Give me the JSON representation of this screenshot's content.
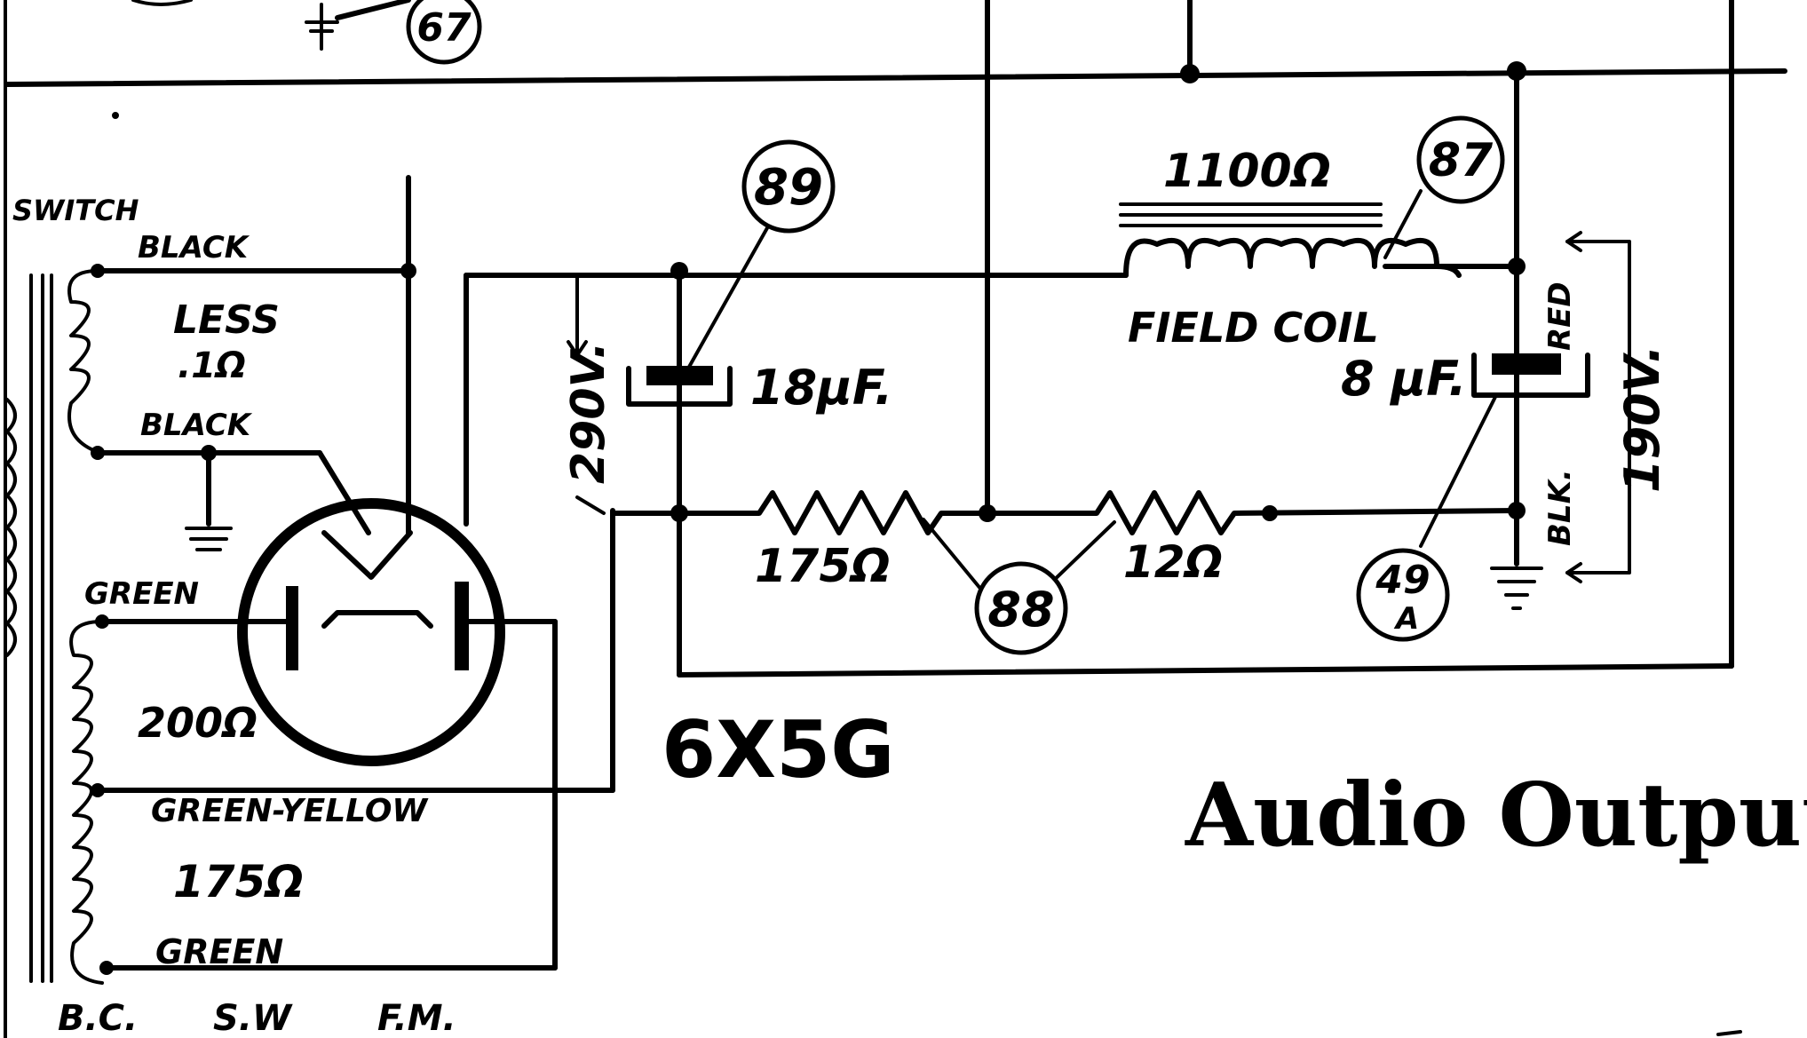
{
  "diagram": {
    "title": "Audio Output:",
    "tube_type": "6X5G",
    "components": {
      "field_coil": {
        "resistance": "1100Ω",
        "label": "FIELD COIL"
      },
      "cap_input": {
        "value": "18µF."
      },
      "cap_output": {
        "value": "8 µF."
      },
      "resistor_a": {
        "value": "175Ω"
      },
      "resistor_b": {
        "value": "12Ω"
      }
    },
    "voltages": {
      "input": "290V.",
      "output": "190V."
    },
    "wire_colors": {
      "switch": "SWITCH",
      "black_top": "BLACK",
      "black_bottom": "BLACK",
      "red": "RED",
      "blk": "BLK.",
      "green_top": "GREEN",
      "green_yellow": "GREEN-YELLOW",
      "green_bottom": "GREEN"
    },
    "transformer": {
      "winding_top": "LESS\n.1Ω",
      "winding_top_line1": "LESS",
      "winding_top_line2": ".1Ω",
      "winding_mid": "200Ω",
      "winding_bottom": "175Ω"
    },
    "references": [
      "67",
      "89",
      "87",
      "88",
      "49A"
    ],
    "ref_49a": {
      "num": "49",
      "suffix": "A"
    },
    "bands": [
      "B.C.",
      "S.W",
      "F.M."
    ]
  }
}
